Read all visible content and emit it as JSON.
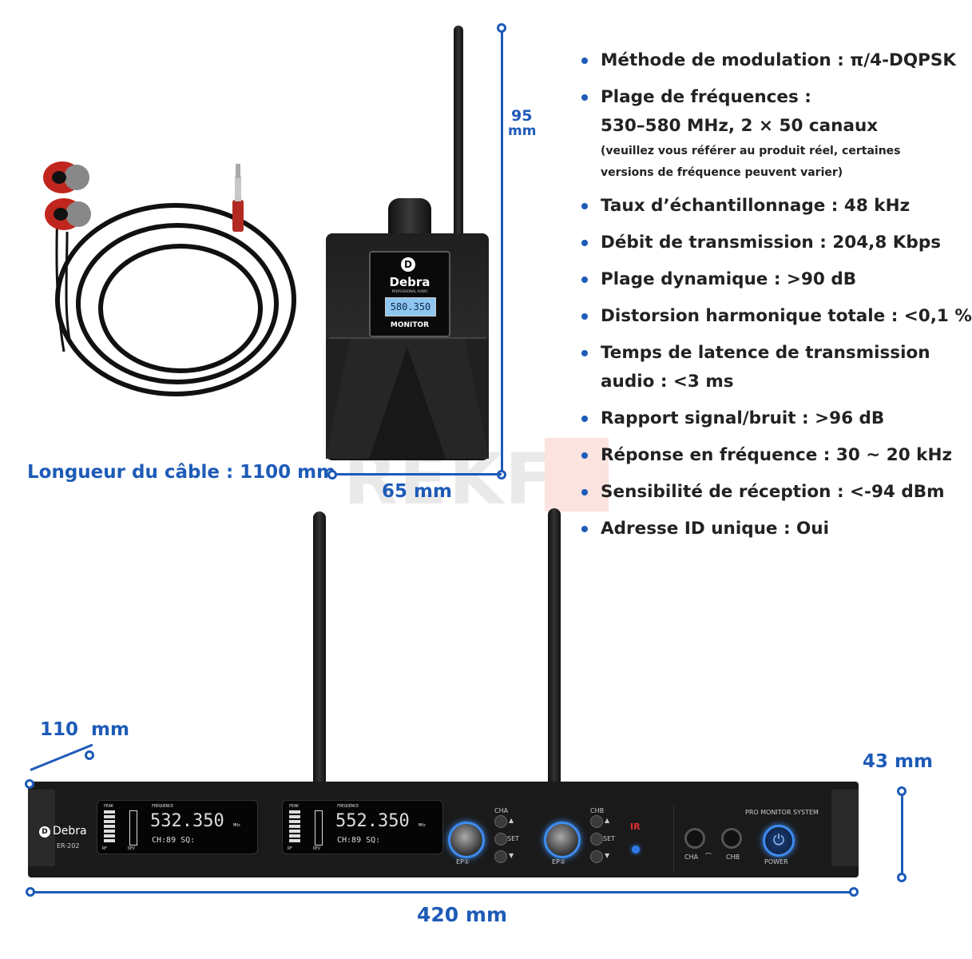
{
  "specs": [
    {
      "lines": [
        "Méthode de modulation : π/4-DQPSK"
      ]
    },
    {
      "lines": [
        "Plage de fréquences :",
        "530–580 MHz, 2 × 50 canaux"
      ],
      "note": [
        "(veuillez vous référer au produit réel, certaines",
        "versions de fréquence peuvent varier)"
      ]
    },
    {
      "lines": [
        "Taux d’échantillonnage : 48 kHz"
      ]
    },
    {
      "lines": [
        "Débit de transmission : 204,8 Kbps"
      ]
    },
    {
      "lines": [
        "Plage dynamique : >90 dB"
      ]
    },
    {
      "lines": [
        "Distorsion harmonique totale : <0,1 %"
      ]
    },
    {
      "lines": [
        "Temps de latence de transmission",
        "audio : <3 ms"
      ]
    },
    {
      "lines": [
        "Rapport signal/bruit : >96 dB"
      ]
    },
    {
      "lines": [
        "Réponse en fréquence : 30 ~ 20 kHz"
      ]
    },
    {
      "lines": [
        "Sensibilité de réception : <-94 dBm"
      ]
    },
    {
      "lines": [
        "Adresse ID unique : Oui"
      ]
    }
  ],
  "dimensions": {
    "cable_length": "Longueur du câble : 1100 mm",
    "bodypack_height_value": "95",
    "bodypack_height_unit": "mm",
    "bodypack_width": "65 mm",
    "receiver_depth": "110  mm",
    "receiver_height": "43 mm",
    "receiver_width": "420 mm"
  },
  "watermark": "REKFI",
  "bodypack": {
    "brand": "Debra",
    "brand_sub": "PROFESSIONAL AUDIO",
    "display": "580.350",
    "label": "MONITOR"
  },
  "receiver": {
    "brand": "Debra",
    "model": "ER-202",
    "product_line": "PRO MONITOR SYSTEM",
    "channel_a": {
      "freq": "532.350",
      "unit": "MHz",
      "status": "CH:89  SQ:",
      "label": "FREQUENCE",
      "peak": "PEAK",
      "rf": "RF",
      "dev": "DEV",
      "knob_label": "EP①"
    },
    "channel_b": {
      "freq": "552.350",
      "unit": "MHz",
      "status": "CH:89  SQ:",
      "label": "FREQUENCE",
      "peak": "PEAK",
      "rf": "RF",
      "dev": "DEV",
      "knob_label": "EP②"
    },
    "cha_label": "CHA",
    "chb_label": "CHB",
    "set_label": "SET",
    "ir_label": "IR",
    "power_label": "POWER"
  },
  "colors": {
    "accent": "#1e5bb8",
    "earbud_red": "#c0261e",
    "panel": "#1a1a1a",
    "power_blue": "#3d8cf0"
  }
}
